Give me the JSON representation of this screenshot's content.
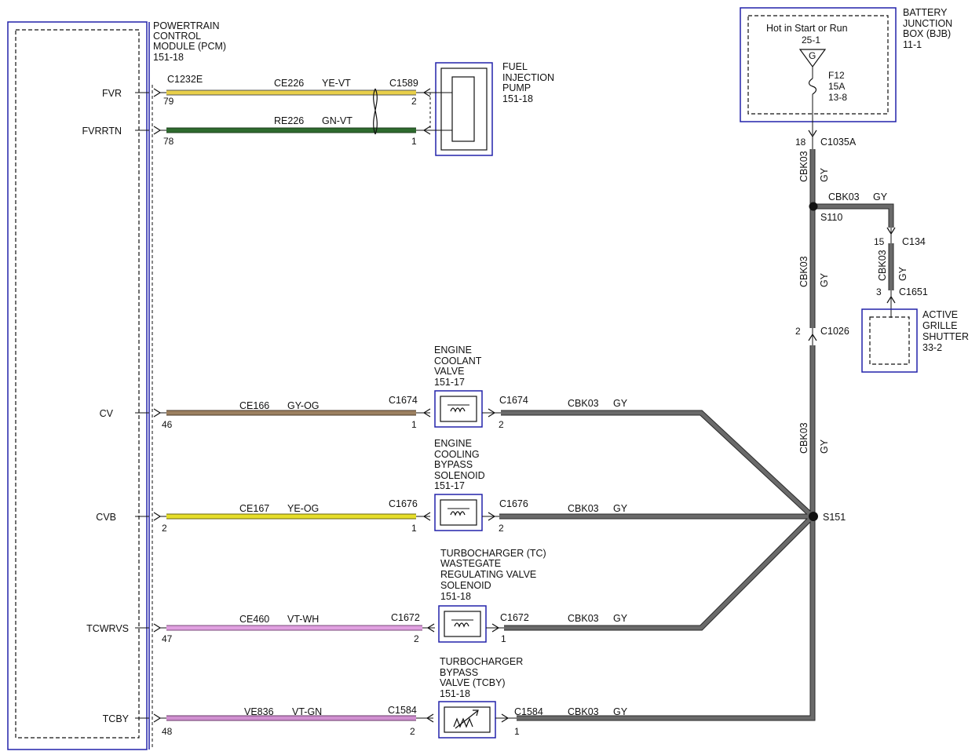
{
  "pcm": {
    "title": [
      "POWERTRAIN",
      "CONTROL",
      "MODULE (PCM)",
      "151-18"
    ],
    "pins": [
      "FVR",
      "FVRRTN",
      "CV",
      "CVB",
      "TCWRVS",
      "TCBY"
    ]
  },
  "wires": [
    {
      "pin_label": "FVR",
      "pcm_connector": "C1232E",
      "pcm_pin": "79",
      "circuit": "CE226",
      "color": "YE-VT",
      "comp_connector": "C1589",
      "comp_pin": "2",
      "wire_color": "#e8cf4a"
    },
    {
      "pin_label": "FVRRTN",
      "pcm_connector": "",
      "pcm_pin": "78",
      "circuit": "RE226",
      "color": "GN-VT",
      "comp_connector": "",
      "comp_pin": "1",
      "wire_color": "#2e6b2e"
    },
    {
      "pin_label": "CV",
      "pcm_connector": "",
      "pcm_pin": "46",
      "circuit": "CE166",
      "color": "GY-OG",
      "comp_connector": "C1674",
      "comp_pin": "1",
      "wire_color": "#9c8060"
    },
    {
      "pin_label": "CVB",
      "pcm_connector": "",
      "pcm_pin": "2",
      "circuit": "CE167",
      "color": "YE-OG",
      "comp_connector": "C1676",
      "comp_pin": "1",
      "wire_color": "#e6de2a"
    },
    {
      "pin_label": "TCWRVS",
      "pcm_connector": "",
      "pcm_pin": "47",
      "circuit": "CE460",
      "color": "VT-WH",
      "comp_connector": "C1672",
      "comp_pin": "2",
      "wire_color": "#e0a0e0"
    },
    {
      "pin_label": "TCBY",
      "pcm_connector": "",
      "pcm_pin": "48",
      "circuit": "VE836",
      "color": "VT-GN",
      "comp_connector": "C1584",
      "comp_pin": "2",
      "wire_color": "#d090d0"
    }
  ],
  "components": [
    {
      "name": [
        "FUEL",
        "INJECTION",
        "PUMP",
        "151-18"
      ]
    },
    {
      "name": [
        "ENGINE",
        "COOLANT",
        "VALVE",
        "151-17"
      ],
      "out_connector": "C1674",
      "out_pin": "2"
    },
    {
      "name": [
        "ENGINE",
        "COOLING",
        "BYPASS",
        "SOLENOID",
        "151-17"
      ],
      "out_connector": "C1676",
      "out_pin": "2"
    },
    {
      "name": [
        "TURBOCHARGER (TC)",
        "WASTEGATE",
        "REGULATING VALVE",
        "SOLENOID",
        "151-18"
      ],
      "out_connector": "C1672",
      "out_pin": "1"
    },
    {
      "name": [
        "TURBOCHARGER",
        "BYPASS",
        "VALVE (TCBY)",
        "151-18"
      ],
      "out_connector": "C1584",
      "out_pin": "1"
    }
  ],
  "ground_circuit": {
    "circuit": "CBK03",
    "color": "GY"
  },
  "bjb": {
    "title": [
      "BATTERY",
      "JUNCTION",
      "BOX (BJB)",
      "11-1"
    ],
    "hot_label": "Hot in Start or Run",
    "hot_ref": "25-1",
    "hot_symbol": "G",
    "fuse": [
      "F12",
      "15A",
      "13-8"
    ],
    "out_connector": "C1035A",
    "out_pin": "18"
  },
  "splices": {
    "upper": "S110",
    "lower": "S151"
  },
  "c1026": {
    "connector": "C1026",
    "pin": "2"
  },
  "grille": {
    "title": [
      "ACTIVE",
      "GRILLE",
      "SHUTTER",
      "33-2"
    ],
    "c134": "C134",
    "c134_pin": "15",
    "c1651": "C1651",
    "c1651_pin": "3"
  },
  "colors": {
    "frame": "#2222aa",
    "ground_wire": "#6a6a6a"
  }
}
